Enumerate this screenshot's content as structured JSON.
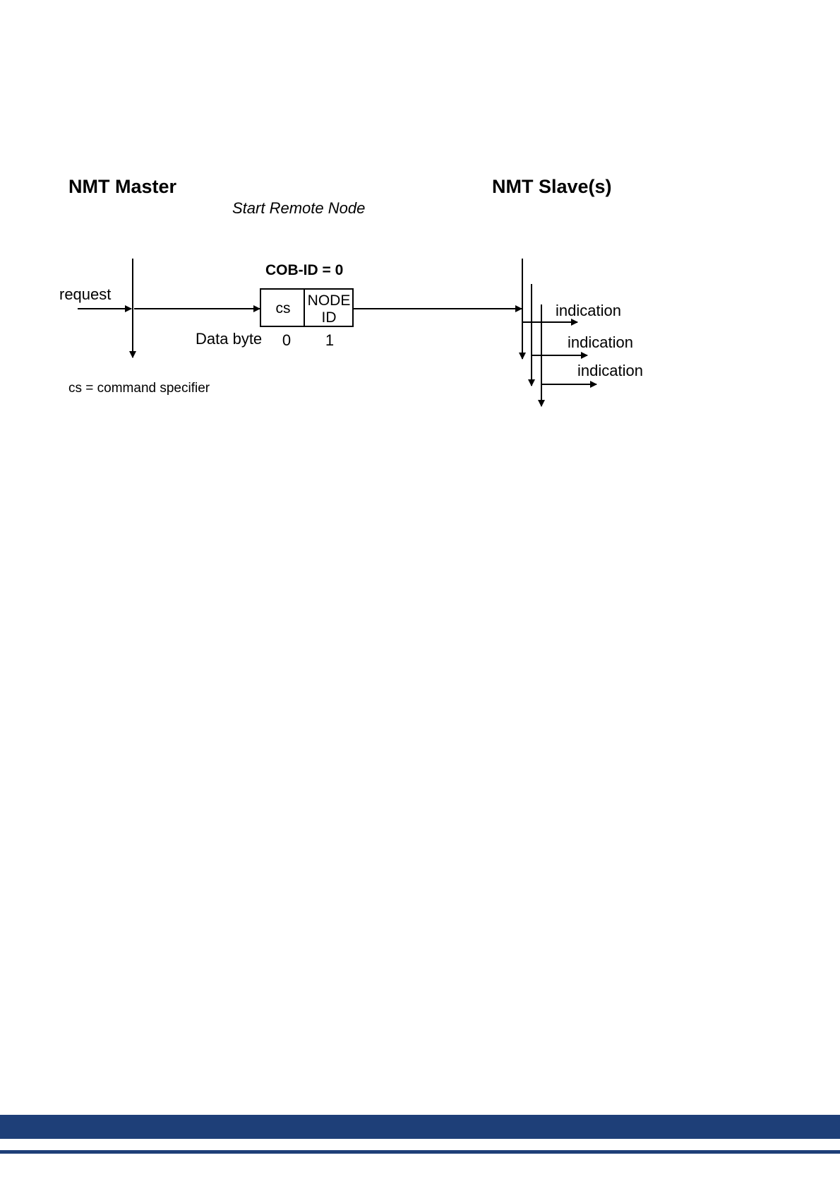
{
  "diagram": {
    "master_title": "NMT Master",
    "slave_title": "NMT Slave(s)",
    "service_title": "Start Remote Node",
    "cob_id": "COB-ID = 0",
    "request_label": "request",
    "data_byte_label": "Data byte",
    "frame": {
      "byte0_label": "cs",
      "byte1_label_line1": "NODE",
      "byte1_label_line2": "ID",
      "byte0_index": "0",
      "byte1_index": "1"
    },
    "indications": [
      "indication",
      "indication",
      "indication"
    ],
    "legend": "cs = command specifier"
  },
  "colors": {
    "footer_bar": "#1e3f78",
    "line": "#000000"
  }
}
